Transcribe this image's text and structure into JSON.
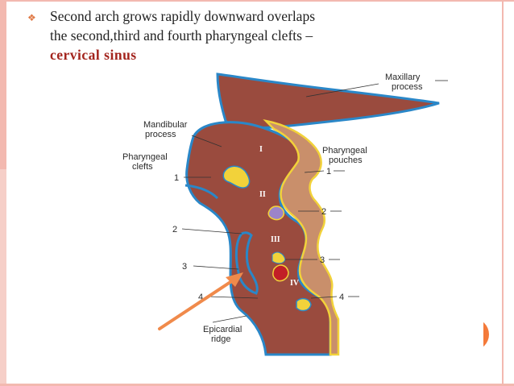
{
  "body_text": {
    "line1": "Second arch grows rapidly downward overlaps",
    "line2": "the second,third and fourth pharyngeal clefts –",
    "highlight": "cervical sinus"
  },
  "labels": {
    "maxillary": "Maxillary\nprocess",
    "maxillary_l1": "Maxillary",
    "maxillary_l2": "process",
    "mandibular_l1": "Mandibular",
    "mandibular_l2": "process",
    "clefts_l1": "Pharyngeal",
    "clefts_l2": "clefts",
    "pouches_l1": "Pharyngeal",
    "pouches_l2": "pouches",
    "epicardial_l1": "Epicardial",
    "epicardial_l2": "ridge",
    "arch_I": "I",
    "arch_II": "II",
    "arch_III": "III",
    "arch_IV": "IV",
    "cleft_1": "1",
    "cleft_2": "2",
    "cleft_3": "3",
    "cleft_4": "4",
    "pouch_1": "1",
    "pouch_2": "2",
    "pouch_3": "3",
    "pouch_4": "4"
  },
  "colors": {
    "tissue": "#9a4b3e",
    "tissue_light": "#c98f6b",
    "endoderm": "#f2d23a",
    "ectoderm": "#2a87c8",
    "arrow": "#f08a4b",
    "accent": "#f47a3a"
  }
}
